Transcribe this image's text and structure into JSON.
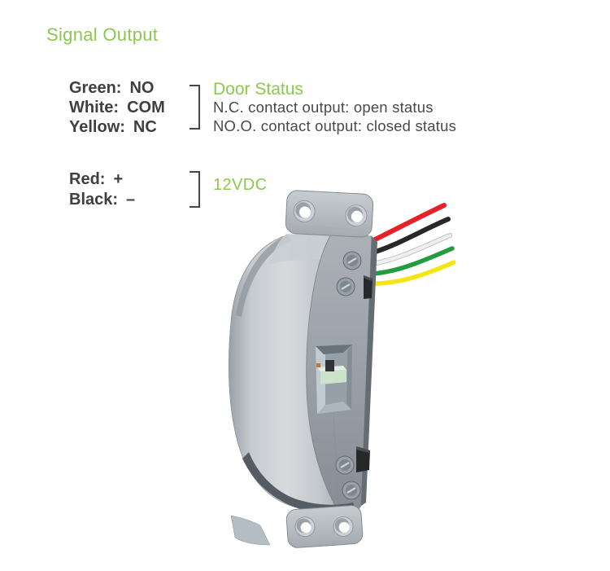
{
  "title": "Signal Output",
  "colors": {
    "accent_green": "#8cc84f",
    "label_text": "#423d3e",
    "desc_text": "#4b4849"
  },
  "signal_group": {
    "rows": [
      {
        "name": "Green:",
        "value": "NO"
      },
      {
        "name": "White:",
        "value": "COM"
      },
      {
        "name": "Yellow:",
        "value": "NC"
      }
    ],
    "heading": "Door Status",
    "descriptions": [
      "N.C. contact output: open status",
      "NO.O. contact output: closed status"
    ]
  },
  "power_group": {
    "rows": [
      {
        "name": "Red:",
        "value": "+"
      },
      {
        "name": "Black:",
        "value": "–"
      }
    ],
    "heading": "12VDC"
  },
  "illustration": {
    "description": "Electric bolt lock with top and bottom mounting plates, strike pocket and five output wires",
    "wire_colors": {
      "red": "#e6212a",
      "black": "#2b2627",
      "white": "#efefef",
      "green": "#239b3f",
      "yellow": "#f2e616"
    }
  }
}
